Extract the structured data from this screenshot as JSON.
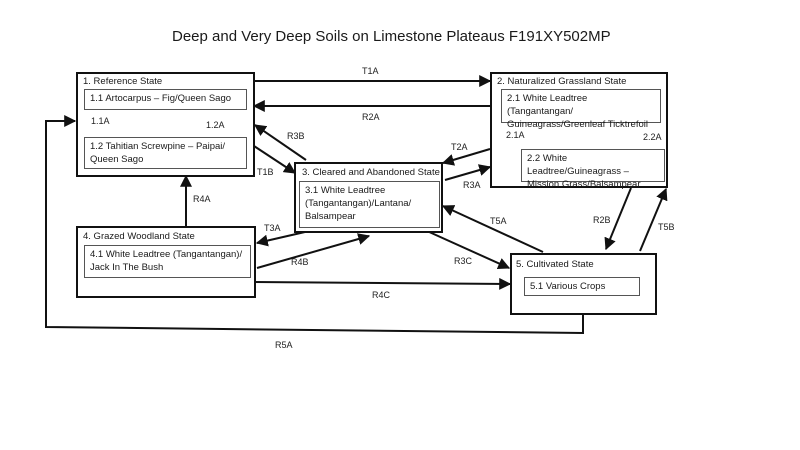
{
  "title": "Deep and Very Deep Soils on Limestone Plateaus F191XY502MP",
  "states": [
    {
      "id": "1",
      "title": "1.  Reference State",
      "phases": [
        {
          "id": "1.1",
          "label": "1.1 Artocarpus – Fig/Queen Sago"
        },
        {
          "id": "1.2",
          "label": "1.2 Tahitian Screwpine – Paipai/ Queen Sago"
        }
      ],
      "pathways": [
        "1.1A",
        "1.2A"
      ]
    },
    {
      "id": "2",
      "title": "2. Naturalized Grassland State",
      "phases": [
        {
          "id": "2.1",
          "label": "2.1 White Leadtree (Tangantangan/ Guineagrass/Greenleaf Ticktrefoil"
        },
        {
          "id": "2.2",
          "label": "2.2 White Leadtree/Guineagrass – Mission Grass/Balsampear"
        }
      ],
      "pathways": [
        "2.1A",
        "2.2A"
      ]
    },
    {
      "id": "3",
      "title": "3. Cleared and Abandoned State",
      "phases": [
        {
          "id": "3.1",
          "label": "3.1 White Leadtree (Tangantangan)/Lantana/ Balsampear"
        }
      ]
    },
    {
      "id": "4",
      "title": "4. Grazed Woodland State",
      "phases": [
        {
          "id": "4.1",
          "label": "4.1 White Leadtree (Tangantangan)/ Jack In The Bush"
        }
      ]
    },
    {
      "id": "5",
      "title": "5. Cultivated State",
      "phases": [
        {
          "id": "5.1",
          "label": "5.1 Various Crops"
        }
      ]
    }
  ],
  "transitions": [
    {
      "label": "T1A",
      "from": "1",
      "to": "2"
    },
    {
      "label": "R2A",
      "from": "2",
      "to": "1"
    },
    {
      "label": "R3B",
      "from": "3",
      "to": "1"
    },
    {
      "label": "T1B",
      "from": "1",
      "to": "3"
    },
    {
      "label": "T2A",
      "from": "2",
      "to": "3"
    },
    {
      "label": "R3A",
      "from": "3",
      "to": "2"
    },
    {
      "label": "R4A",
      "from": "4",
      "to": "1"
    },
    {
      "label": "T3A",
      "from": "3",
      "to": "4"
    },
    {
      "label": "R4B",
      "from": "4",
      "to": "3"
    },
    {
      "label": "T5A",
      "from": "5",
      "to": "3"
    },
    {
      "label": "R3C",
      "from": "3",
      "to": "5"
    },
    {
      "label": "R2B",
      "from": "2",
      "to": "5"
    },
    {
      "label": "T5B",
      "from": "5",
      "to": "2"
    },
    {
      "label": "R4C",
      "from": "4",
      "to": "5"
    },
    {
      "label": "R5A",
      "from": "5",
      "to": "1"
    }
  ]
}
